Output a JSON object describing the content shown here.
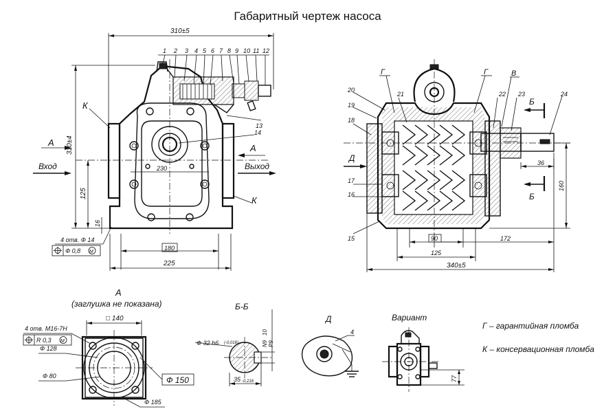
{
  "title": "Габаритный чертеж насоса",
  "front_view": {
    "dim_overall_width": "310±5",
    "dim_height": "310±4",
    "dim_bore_spacing": "230",
    "dim_axis_height": "125",
    "dim_base": "16",
    "dim_180": "180",
    "dim_225": "225",
    "part_numbers": [
      "1",
      "2",
      "3",
      "4",
      "5",
      "6",
      "7",
      "8",
      "9",
      "10",
      "11",
      "12",
      "13",
      "14"
    ],
    "label_k_top": "К",
    "label_k_bottom": "К",
    "label_a_left": "А",
    "label_a_right": "А",
    "label_inlet": "Вход",
    "label_outlet": "Выход",
    "hole_note_line1": "4 отв. Ф 14",
    "hole_note_tolerance": "Ф 0,8",
    "hole_note_modifier": "M"
  },
  "side_view": {
    "part_numbers": [
      "15",
      "16",
      "17",
      "18",
      "19",
      "20",
      "21",
      "22",
      "23",
      "24"
    ],
    "label_g_left": "Г",
    "label_g_right": "Г",
    "label_v": "В",
    "label_b_top": "Б",
    "label_b_bottom": "Б",
    "label_d": "Д",
    "dim_36": "36",
    "dim_160": "160",
    "dim_90": "90",
    "dim_172": "172",
    "dim_125": "125",
    "dim_340": "340±5"
  },
  "view_a": {
    "title": "А",
    "subtitle": "(заглушка не показана)",
    "dim_square": "□ 140",
    "thread_note": "4 отв. М16-7Н",
    "thread_tolerance": "R 0,3",
    "thread_modifier": "M",
    "dim_128": "Ф 128",
    "dim_80": "Ф 80",
    "dim_185": "Ф 185",
    "dim_150": "Ф 150"
  },
  "section_bb": {
    "title": "Б-Б",
    "dim_shaft": "Ф 32 h6",
    "dim_shaft_tol": "(-0,016)",
    "dim_key_1": "N9",
    "dim_key_2": "10",
    "dim_key_3": "Р9",
    "dim_35": "35",
    "dim_35_tol": "-0,216"
  },
  "detail_d": {
    "title": "Д",
    "part_number": "4"
  },
  "variant": {
    "title": "Вариант",
    "dim_77": "77"
  },
  "legend": {
    "g_line": "Г – гарантийная пломба",
    "k_line": "К – консервационная пломба"
  }
}
